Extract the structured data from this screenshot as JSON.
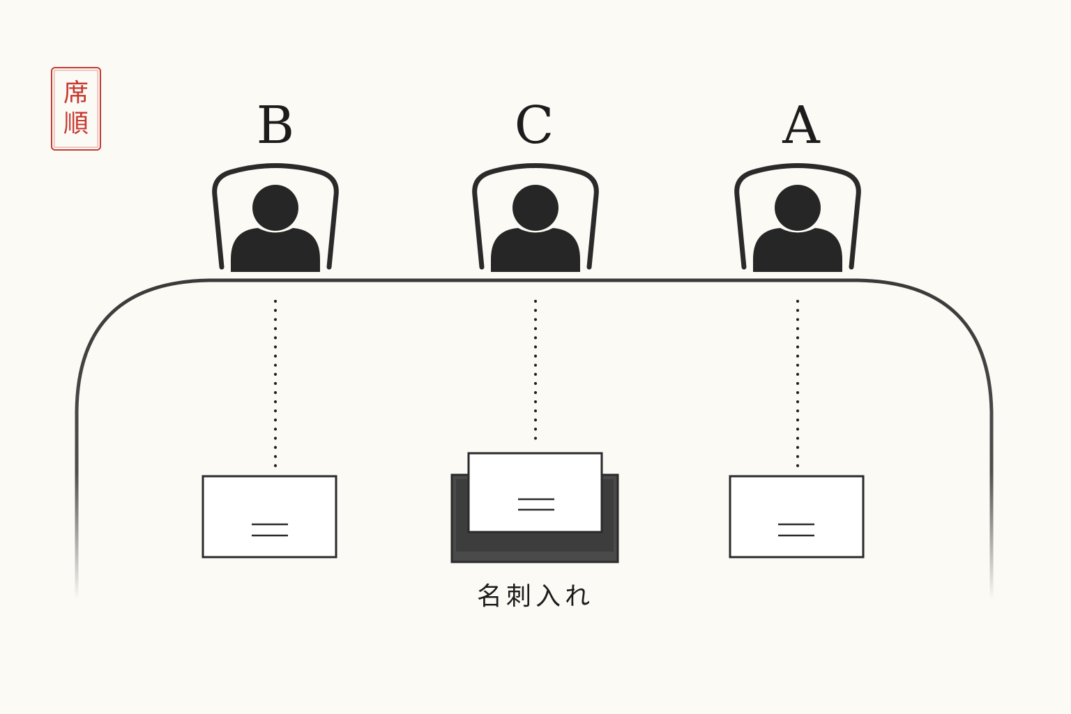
{
  "seal": {
    "chars": [
      "席",
      "順"
    ],
    "color": "#c6382f"
  },
  "seats": [
    {
      "label": "B"
    },
    {
      "label": "C"
    },
    {
      "label": "A"
    }
  ],
  "card_case_label": "名刺入れ",
  "colors": {
    "ink": "#1c1c1c",
    "paper": "#fbfaf5",
    "seal": "#c6382f"
  }
}
